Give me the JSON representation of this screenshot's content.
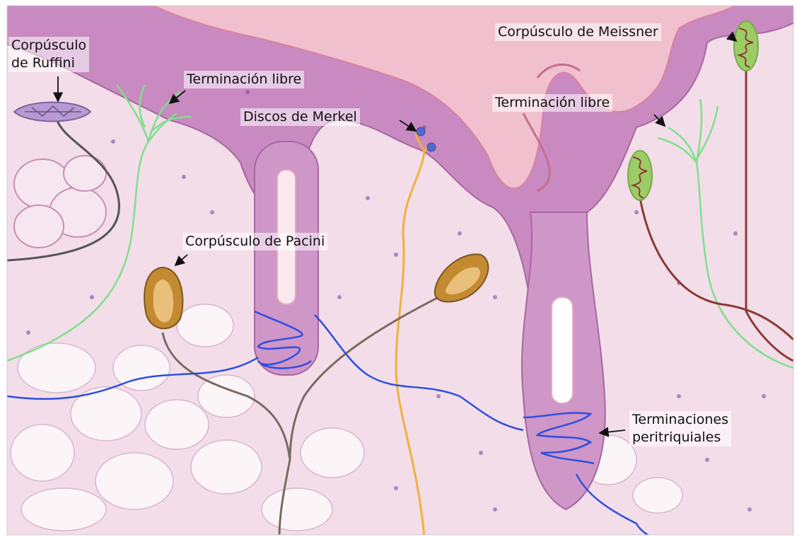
{
  "labels": {
    "ruffini": [
      "Corpúsculo",
      "de Ruffini"
    ],
    "libre_left": "Terminación libre",
    "merkel": "Discos de Merkel",
    "meissner": "Corpúsculo de Meissner",
    "libre_right": "Terminación libre",
    "pacini": "Corpúsculo de Pacini",
    "peritriquiales": [
      "Terminaciones",
      "peritriquiales"
    ]
  },
  "colors": {
    "dermis": "#f3dde9",
    "epidermis": "#c98ac1",
    "stratum_corneum": "#e7a7bc",
    "fat": "#fbf5f8",
    "nuclei": "#7b3f9a",
    "free_ending": "#7ee08b",
    "merkel_fiber": "#f2b13d",
    "merkel_disc": "#5566cc",
    "meissner_fiber": "#8a3a32",
    "meissner_capsule": "#9ccc65",
    "pacini_fiber": "#7a6a60",
    "pacini_capsule": "#c48a32",
    "ruffini_fiber": "#555555",
    "ruffini_capsule": "#b79ad0",
    "peritrichial": "#2d4fe0"
  }
}
